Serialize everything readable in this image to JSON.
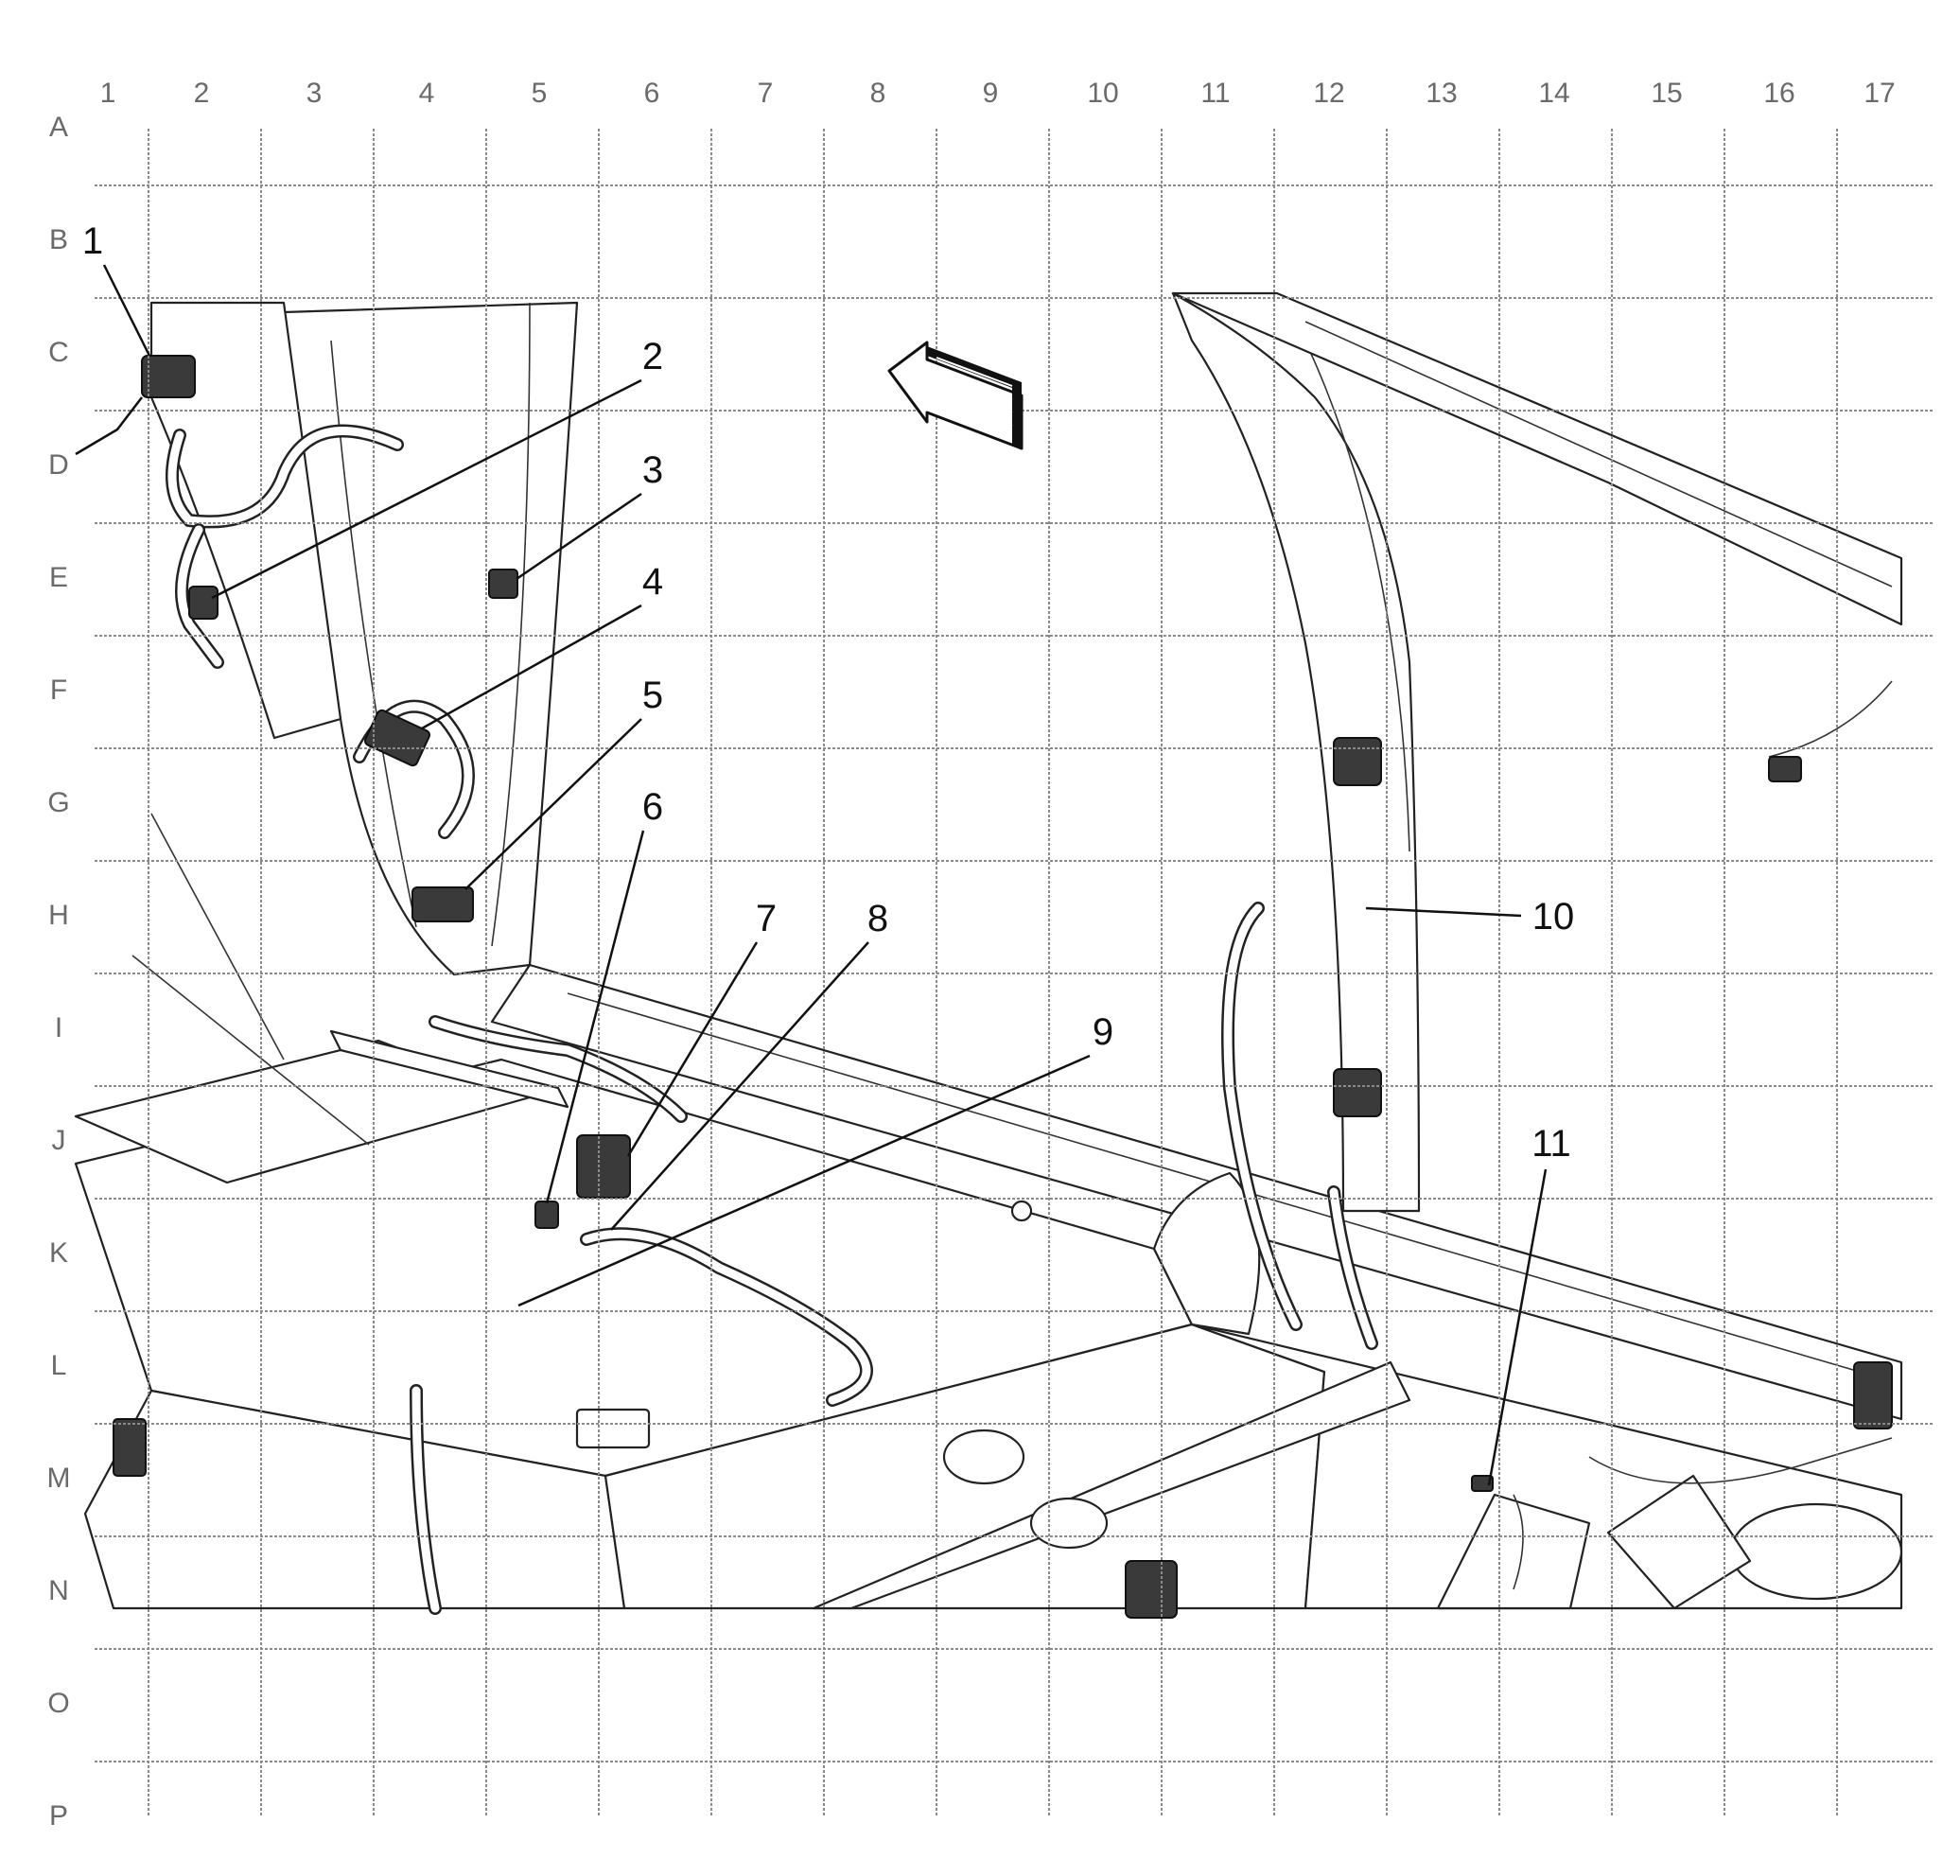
{
  "grid": {
    "columns": [
      "1",
      "2",
      "3",
      "4",
      "5",
      "6",
      "7",
      "8",
      "9",
      "10",
      "11",
      "12",
      "13",
      "14",
      "15",
      "16",
      "17"
    ],
    "rows": [
      "A",
      "B",
      "C",
      "D",
      "E",
      "F",
      "G",
      "H",
      "I",
      "J",
      "K",
      "L",
      "M",
      "N",
      "O",
      "P"
    ]
  },
  "callouts": [
    "1",
    "2",
    "3",
    "4",
    "5",
    "6",
    "7",
    "8",
    "9",
    "10",
    "11"
  ],
  "front_arrow_icon": "direction-arrow"
}
